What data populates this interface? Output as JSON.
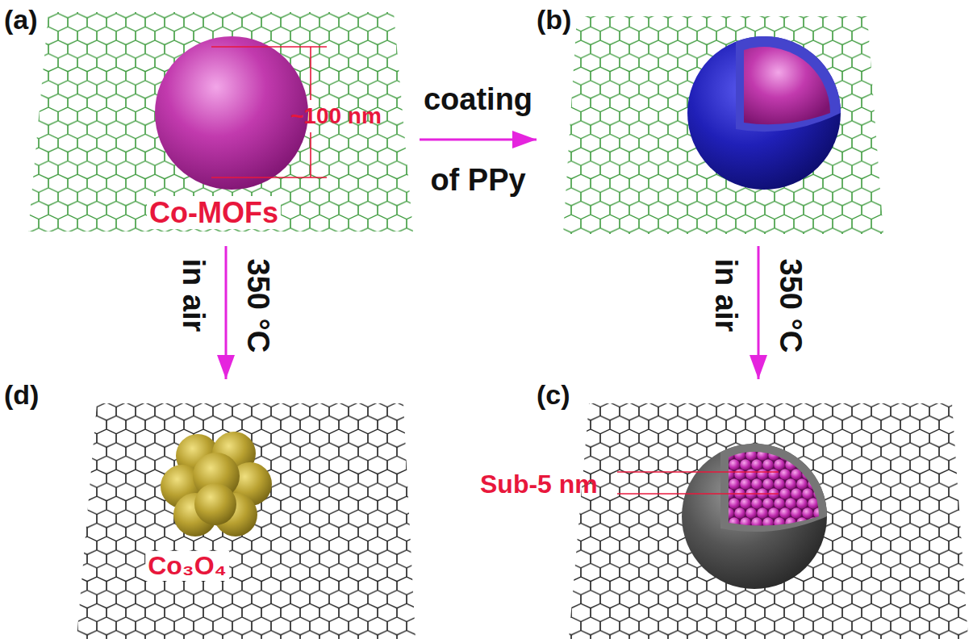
{
  "diagram": {
    "nodes": [
      {
        "text": [
          "(a)",
          "Co-MOFs"
        ]
      },
      {
        "text": [
          "(b)"
        ]
      },
      {
        "text": [
          "(d)",
          "Co₃O₄"
        ]
      },
      {
        "text": [
          "(c)"
        ]
      }
    ],
    "edges": [
      {
        "from": 0,
        "to": 1,
        "label": "coating of PPy",
        "arrow": "to"
      },
      {
        "from": 0,
        "to": 2,
        "label": "350 °C in air",
        "arrow": "to"
      },
      {
        "from": 1,
        "to": 3,
        "label": "350 °C in air",
        "arrow": "to"
      }
    ],
    "labels": [
      "~100 nm",
      "Sub-5 nm"
    ]
  }
}
